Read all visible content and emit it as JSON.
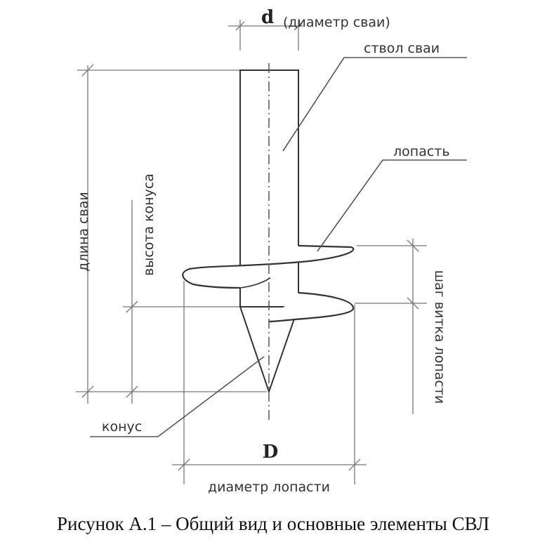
{
  "labels": {
    "d_symbol": "d",
    "d_description": "(диаметр сваи)",
    "shaft": "ствол сваи",
    "blade": "лопасть",
    "pile_length": "длина сваи",
    "cone_height": "высота конуса",
    "blade_pitch": "шаг витка лопасти",
    "cone": "конус",
    "D_symbol": "D",
    "blade_diameter": "диаметр лопасти"
  },
  "caption": "Рисунок А.1 – Общий вид и основные элементы СВЛ"
}
